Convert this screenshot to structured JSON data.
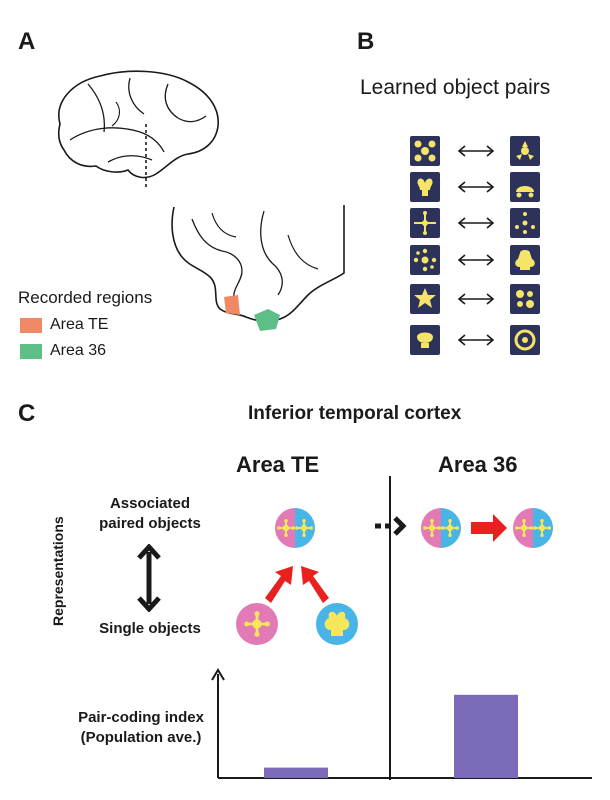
{
  "panels": {
    "a": "A",
    "b": "B",
    "c": "C"
  },
  "panel_a": {
    "legend_title": "Recorded regions",
    "regions": [
      {
        "name": "Area TE",
        "color": "#f08a66"
      },
      {
        "name": "Area 36",
        "color": "#5dbf86"
      }
    ]
  },
  "panel_b": {
    "title": "Learned object pairs",
    "pair_count": 6,
    "tile_color": "#2c3259",
    "object_color": "#f5e36a"
  },
  "panel_c": {
    "title": "Inferior temporal cortex",
    "area_left": "Area TE",
    "area_right": "Area 36",
    "y_axis_label": "Representations",
    "associated_label": [
      "Associated",
      "paired objects"
    ],
    "single_label": "Single objects",
    "index_label": [
      "Pair-coding index",
      "(Population ave.)"
    ],
    "colors": {
      "pink": "#e27ab5",
      "blue": "#49b5e6",
      "yellow": "#f6e65a",
      "red_arrow": "#e8211e",
      "bar": "#7b6ab7"
    },
    "chart_data": {
      "type": "bar",
      "categories": [
        "Area TE",
        "Area 36"
      ],
      "values": [
        0.1,
        0.8
      ],
      "ylabel": "Pair-coding index (Population ave.)",
      "ylim": [
        0,
        1
      ]
    }
  }
}
